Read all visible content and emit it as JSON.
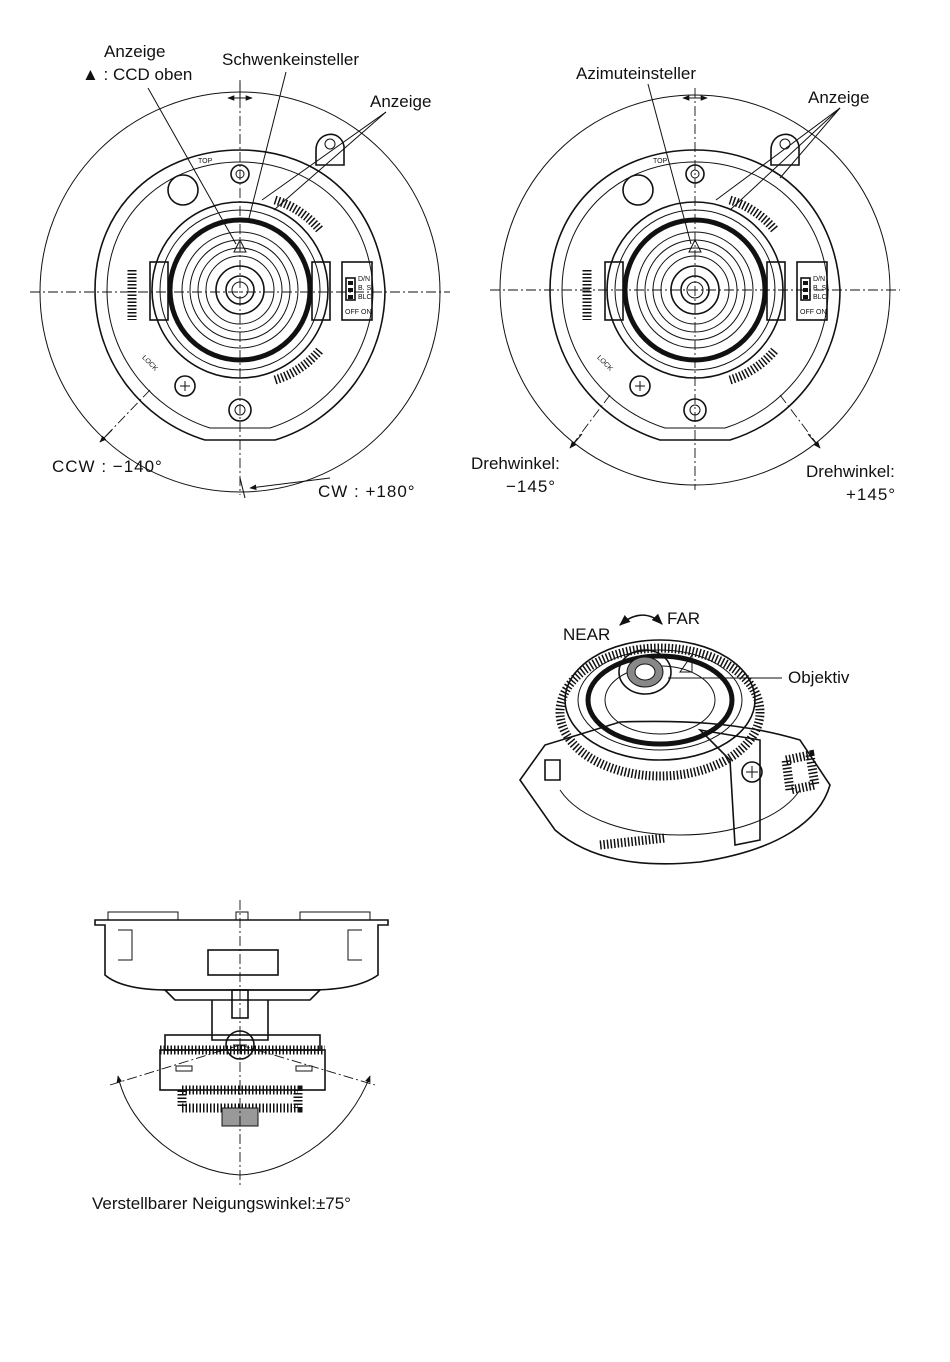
{
  "panel_pan": {
    "indicator_title": "Anzeige",
    "indicator_desc": "▲ : CCD oben",
    "pan_adjuster": "Schwenkeinsteller",
    "indicator": "Anzeige",
    "ccw_limit": "CCW : −140°",
    "cw_limit": "CW : +180°",
    "top_mark": "TOP",
    "lock_mark": "LOCK",
    "switch_labels": [
      "D/N",
      "B. S.",
      "BLC"
    ],
    "switch_off": "OFF",
    "switch_on": "ON"
  },
  "panel_azimuth": {
    "azimuth_adjuster": "Azimuteinsteller",
    "indicator": "Anzeige",
    "rot_left_title": "Drehwinkel:",
    "rot_left_value": "−145°",
    "rot_right_title": "Drehwinkel:",
    "rot_right_value": "+145°",
    "top_mark": "TOP",
    "lock_mark": "LOCK",
    "switch_labels": [
      "D/N",
      "B. S.",
      "BLC"
    ],
    "switch_off": "OFF",
    "switch_on": "ON"
  },
  "panel_focus": {
    "near": "NEAR",
    "far": "FAR",
    "lens": "Objektiv"
  },
  "panel_tilt": {
    "tilt_label": "Verstellbarer Neigungswinkel:±75°"
  }
}
